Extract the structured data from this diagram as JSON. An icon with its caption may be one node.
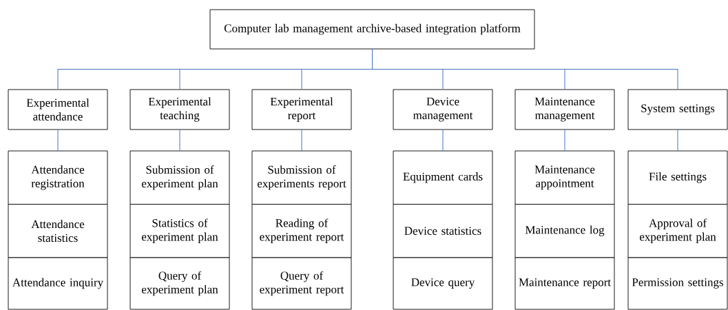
{
  "diagram": {
    "nodes": [
      {
        "text": [
          "Computer lab management archive-based integration platform"
        ]
      },
      {
        "text": [
          "Experimental attendance"
        ]
      },
      {
        "text": [
          "Experimental teaching"
        ]
      },
      {
        "text": [
          "Experimental report"
        ]
      },
      {
        "text": [
          "Device management"
        ]
      },
      {
        "text": [
          "Maintenance management"
        ]
      },
      {
        "text": [
          "System settings"
        ]
      },
      {
        "text": [
          "Attendance registration"
        ]
      },
      {
        "text": [
          "Attendance statistics"
        ]
      },
      {
        "text": [
          "Attendance inquiry"
        ]
      },
      {
        "text": [
          "Submission of experiment plan"
        ]
      },
      {
        "text": [
          "Statistics of experiment plan"
        ]
      },
      {
        "text": [
          "Query of experiment plan"
        ]
      },
      {
        "text": [
          "Submission of experiments report"
        ]
      },
      {
        "text": [
          "Reading of experiment report"
        ]
      },
      {
        "text": [
          "Query of experiment report"
        ]
      },
      {
        "text": [
          "Equipment cards"
        ]
      },
      {
        "text": [
          "Device statistics"
        ]
      },
      {
        "text": [
          "Device query"
        ]
      },
      {
        "text": [
          "Maintenance appointment"
        ]
      },
      {
        "text": [
          "Maintenance log"
        ]
      },
      {
        "text": [
          "Maintenance report"
        ]
      },
      {
        "text": [
          "File settings"
        ]
      },
      {
        "text": [
          "Approval of experiment plan"
        ]
      },
      {
        "text": [
          "Permission settings"
        ]
      }
    ],
    "edges": [
      {
        "from": 0,
        "to": 1,
        "arrow": "none"
      },
      {
        "from": 0,
        "to": 2,
        "arrow": "none"
      },
      {
        "from": 0,
        "to": 3,
        "arrow": "none"
      },
      {
        "from": 0,
        "to": 4,
        "arrow": "none"
      },
      {
        "from": 0,
        "to": 5,
        "arrow": "none"
      },
      {
        "from": 0,
        "to": 6,
        "arrow": "none"
      },
      {
        "from": 1,
        "to": 7,
        "arrow": "none"
      },
      {
        "from": 2,
        "to": 10,
        "arrow": "none"
      },
      {
        "from": 3,
        "to": 13,
        "arrow": "none"
      },
      {
        "from": 4,
        "to": 16,
        "arrow": "none"
      },
      {
        "from": 5,
        "to": 19,
        "arrow": "none"
      },
      {
        "from": 6,
        "to": 22,
        "arrow": "none"
      }
    ]
  }
}
